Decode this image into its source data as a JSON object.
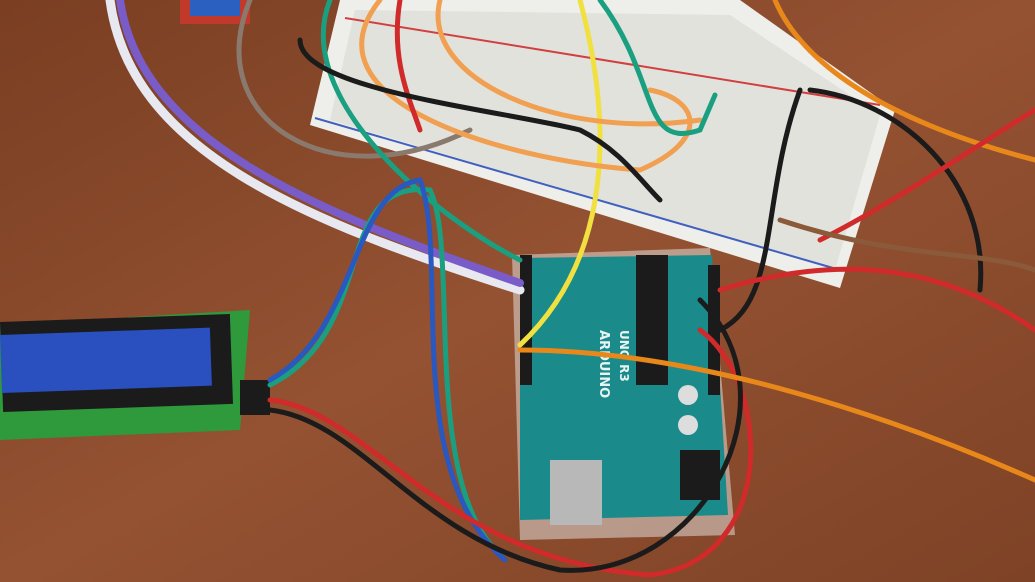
{
  "board": {
    "brand": "ARDUINO",
    "model": "UNO R3"
  },
  "colors": {
    "table": "#8a4a2c",
    "board": "#1a8a8a",
    "breadboard": "#eeeeea",
    "lcd_screen": "#2a4fbf",
    "lcd_pcb": "#2e9a3c"
  },
  "objects": [
    "wooden-table",
    "breadboard",
    "arduino-uno",
    "lcd-16x2",
    "jumper-wires"
  ]
}
